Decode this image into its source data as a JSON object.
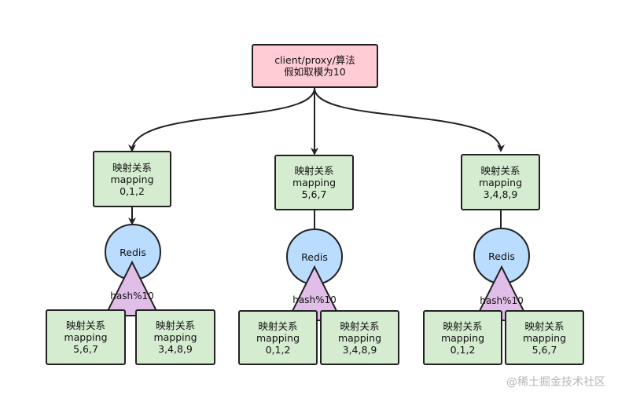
{
  "root": {
    "line1": "client/proxy/算法",
    "line2": "假如取模为10"
  },
  "groups": [
    {
      "mapping": {
        "line1": "映射关系",
        "line2": "mapping",
        "line3": "0,1,2"
      },
      "redis": "Redis",
      "hash": "hash%10",
      "children": [
        {
          "line1": "映射关系",
          "line2": "mapping",
          "line3": "5,6,7"
        },
        {
          "line1": "映射关系",
          "line2": "mapping",
          "line3": "3,4,8,9"
        }
      ]
    },
    {
      "mapping": {
        "line1": "映射关系",
        "line2": "mapping",
        "line3": "5,6,7"
      },
      "redis": "Redis",
      "hash": "hash%10",
      "children": [
        {
          "line1": "映射关系",
          "line2": "mapping",
          "line3": "0,1,2"
        },
        {
          "line1": "映射关系",
          "line2": "mapping",
          "line3": "3,4,8,9"
        }
      ]
    },
    {
      "mapping": {
        "line1": "映射关系",
        "line2": "mapping",
        "line3": "3,4,8,9"
      },
      "redis": "Redis",
      "hash": "hash%10",
      "children": [
        {
          "line1": "映射关系",
          "line2": "mapping",
          "line3": "0,1,2"
        },
        {
          "line1": "映射关系",
          "line2": "mapping",
          "line3": "5,6,7"
        }
      ]
    }
  ],
  "watermark": "@稀土掘金技术社区",
  "colors": {
    "root_fill": "#ffccd5",
    "mapping_fill": "#d5ecd0",
    "redis_fill": "#b9dcff",
    "hash_fill": "#e1bee7",
    "stroke": "#222222",
    "watermark": "#b6b6b6"
  }
}
